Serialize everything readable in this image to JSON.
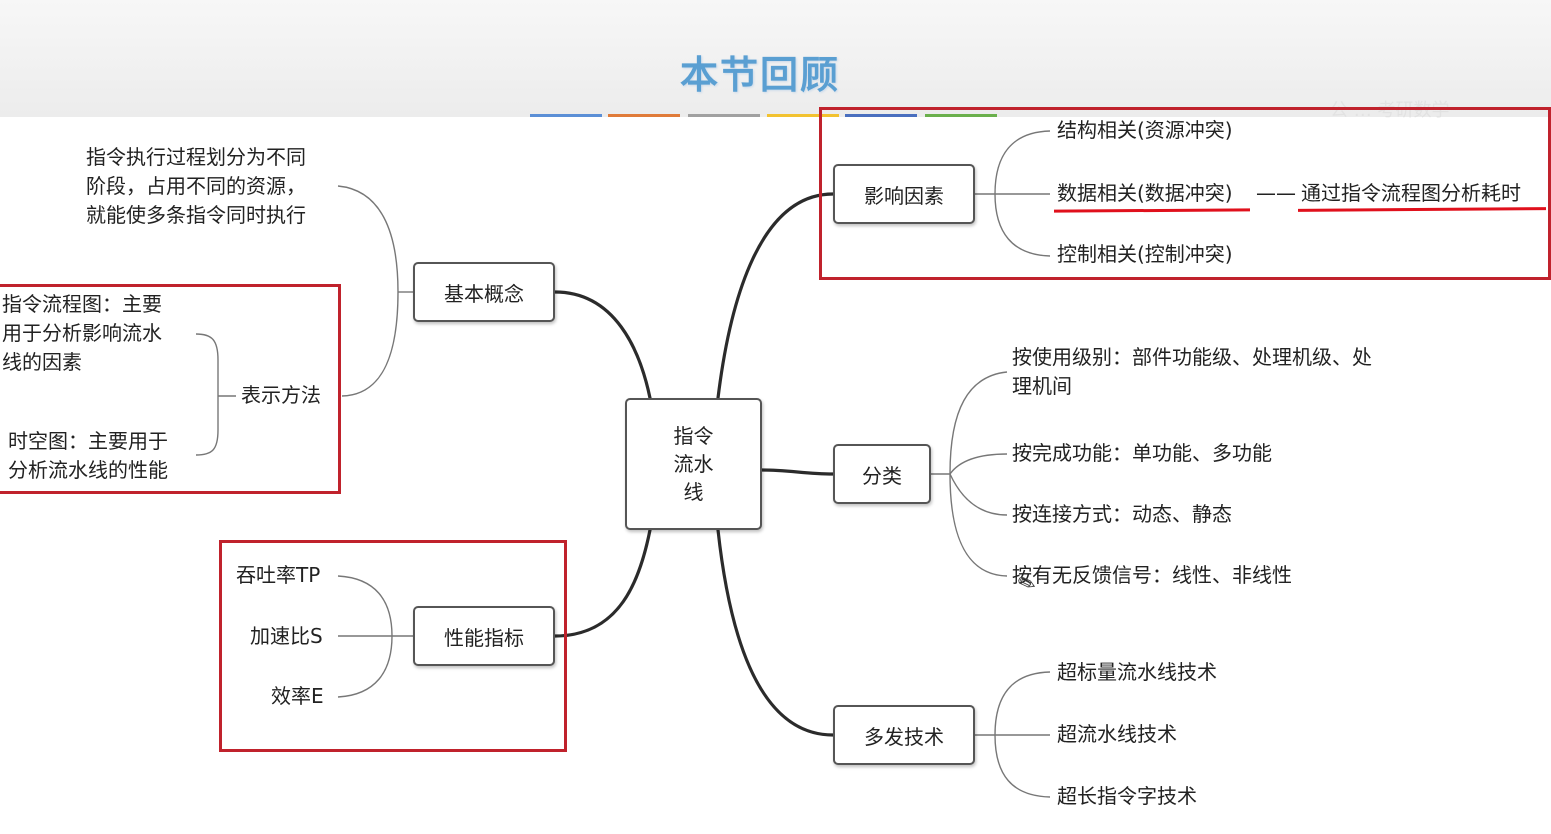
{
  "title": "本节回顾",
  "watermark": "公 … 考研数学",
  "center": "指令\n流水\n线",
  "branches": {
    "concept": {
      "label": "基本概念",
      "description": "指令执行过程划分为不同\n阶段，占用不同的资源，\n就能使多条指令同时执行",
      "method": {
        "label": "表示方法",
        "items": [
          "指令流程图：主要\n用于分析影响流水\n线的因素",
          "时空图：主要用于\n分析流水线的性能"
        ]
      }
    },
    "performance": {
      "label": "性能指标",
      "items": [
        "吞吐率TP",
        "加速比S",
        "效率E"
      ]
    },
    "factors": {
      "label": "影响因素",
      "items": [
        "结构相关(资源冲突)",
        "数据相关(数据冲突)",
        "控制相关(控制冲突)"
      ],
      "note_dash": "——",
      "note": "通过指令流程图分析耗时"
    },
    "classification": {
      "label": "分类",
      "items": [
        "按使用级别：部件功能级、处理机级、处\n理机间",
        "按完成功能：单功能、多功能",
        "按连接方式：动态、静态",
        "按有无反馈信号：线性、非线性"
      ]
    },
    "multi_issue": {
      "label": "多发技术",
      "items": [
        "超标量流水线技术",
        "超流水线技术",
        "超长指令字技术"
      ]
    }
  },
  "colors": {
    "title": "#5a9fd2",
    "highlight_box": "#c0222c",
    "underline": "#e0101c",
    "accent_bars": [
      "#5b8fd6",
      "#e07b39",
      "#a0a0a0",
      "#f2c230",
      "#4a6fbf",
      "#6ab04c"
    ]
  }
}
